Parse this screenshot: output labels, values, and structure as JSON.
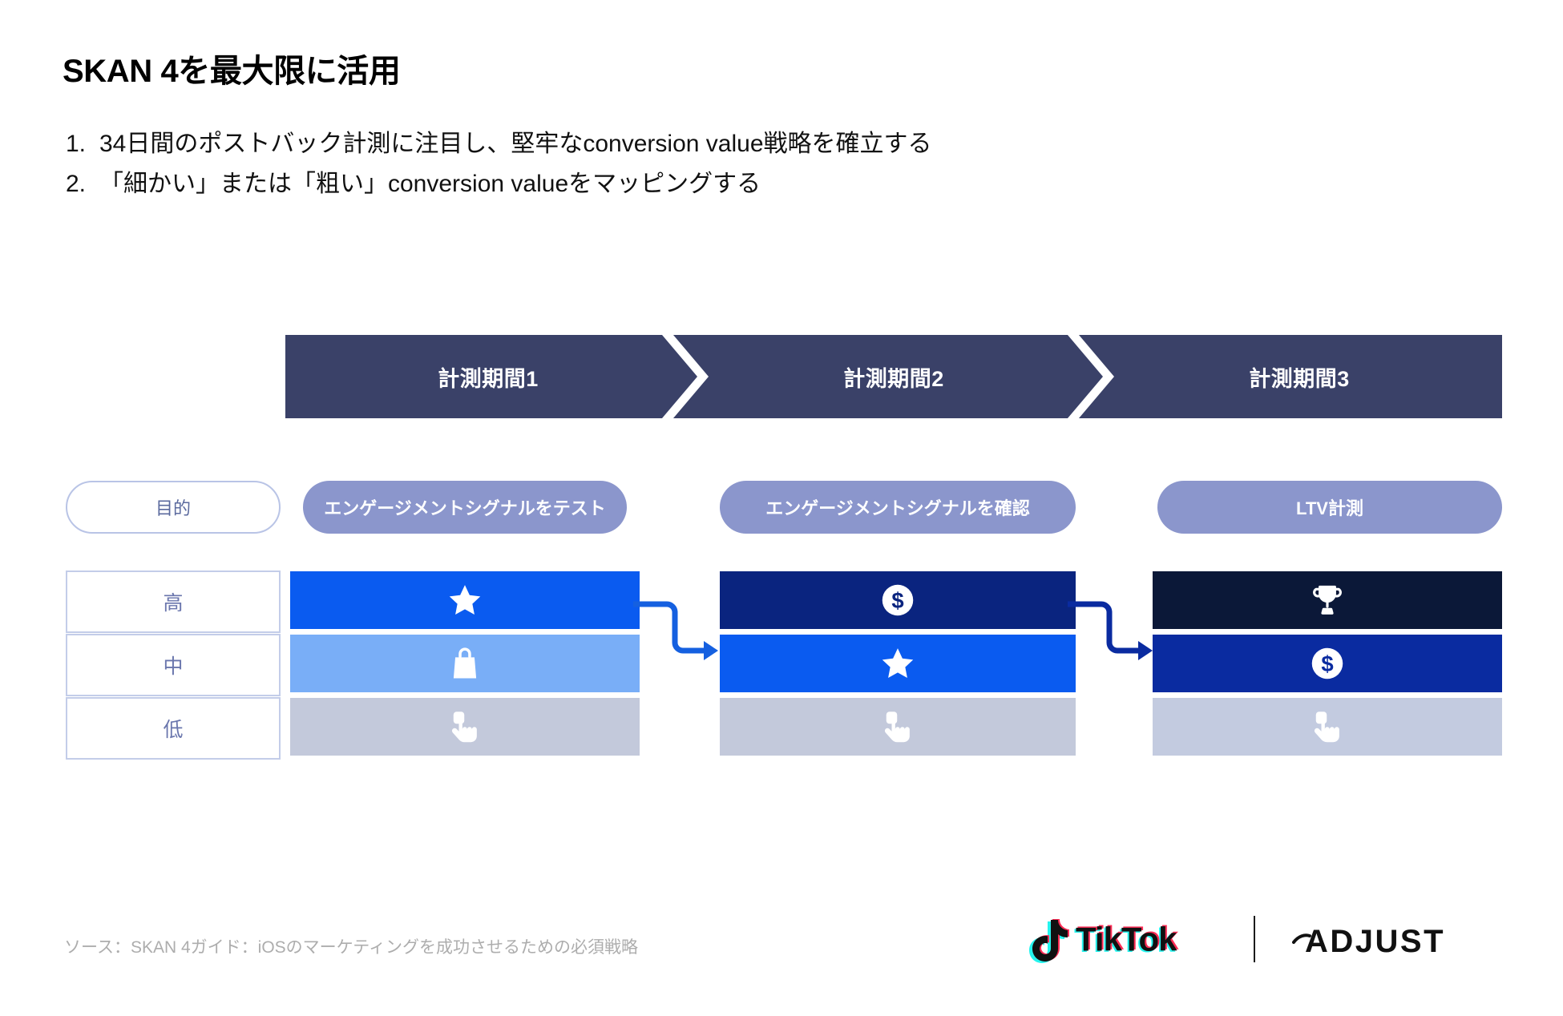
{
  "slide": {
    "title": "SKAN 4を最大限に活用",
    "bullets": [
      {
        "num": "1.",
        "text": "34日間のポストバック計測に注目し、堅牢なconversion value戦略を確立する"
      },
      {
        "num": "2.",
        "text": "「細かい」または「粗い」conversion valueをマッピングする"
      }
    ],
    "source_note": "ソース：SKAN 4ガイド：iOSのマーケティングを成功させるための必須戦略"
  },
  "phase_band": {
    "band_color": "#3a4168",
    "phases": [
      {
        "label": "計測期間1"
      },
      {
        "label": "計測期間2"
      },
      {
        "label": "計測期間3"
      }
    ]
  },
  "matrix": {
    "row_header_label": "目的",
    "goal_pill_color": "#8b96cc",
    "goals": [
      {
        "label": "エンゲージメントシグナルをテスト"
      },
      {
        "label": "エンゲージメントシグナルを確認"
      },
      {
        "label": "LTV計測"
      }
    ],
    "levels": [
      {
        "label": "高"
      },
      {
        "label": "中"
      },
      {
        "label": "低"
      }
    ],
    "columns": [
      {
        "phase": "計測期間1",
        "cells": [
          {
            "icon": "star-icon",
            "color": "#0a5bf0",
            "level": "高"
          },
          {
            "icon": "shopping-bag-icon",
            "color": "#79aef7",
            "level": "中"
          },
          {
            "icon": "tap-hand-icon",
            "color": "#c3c9db",
            "level": "低"
          }
        ]
      },
      {
        "phase": "計測期間2",
        "cells": [
          {
            "icon": "dollar-coin-icon",
            "color": "#0a247f",
            "level": "高"
          },
          {
            "icon": "star-icon",
            "color": "#0a5bf0",
            "level": "中"
          },
          {
            "icon": "tap-hand-icon",
            "color": "#c3c9db",
            "level": "低"
          }
        ]
      },
      {
        "phase": "計測期間3",
        "cells": [
          {
            "icon": "trophy-icon",
            "color": "#0b1838",
            "level": "高"
          },
          {
            "icon": "dollar-coin-icon",
            "color": "#0a2ba0",
            "level": "中"
          },
          {
            "icon": "tap-hand-icon",
            "color": "#c3cbe0",
            "level": "低"
          }
        ]
      }
    ],
    "connector_color": "#1560e0",
    "connector_color_2": "#0a2ba0"
  },
  "logos": {
    "tiktok": "TikTok",
    "adjust": "ADJUST"
  }
}
